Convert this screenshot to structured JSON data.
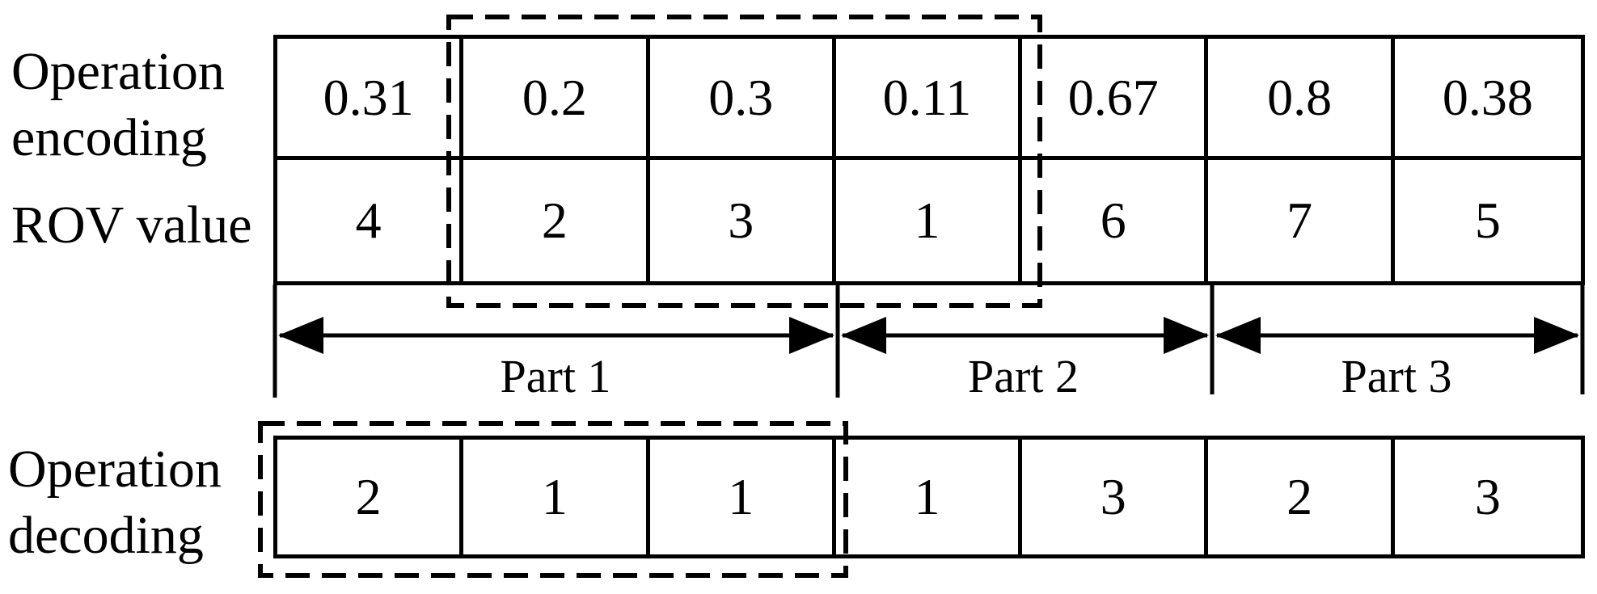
{
  "labels": {
    "encoding_line1": "Operation",
    "encoding_line2": "encoding",
    "rov": "ROV value",
    "decoding_line1": "Operation",
    "decoding_line2": "decoding"
  },
  "encoding_row": [
    "0.31",
    "0.2",
    "0.3",
    "0.11",
    "0.67",
    "0.8",
    "0.38"
  ],
  "rov_row": [
    "4",
    "2",
    "3",
    "1",
    "6",
    "7",
    "5"
  ],
  "decoding_row": [
    "2",
    "1",
    "1",
    "1",
    "3",
    "2",
    "3"
  ],
  "parts": {
    "p1": "Part 1",
    "p2": "Part 2",
    "p3": "Part 3"
  },
  "colors": {
    "ink": "#000000",
    "background": "#ffffff"
  }
}
